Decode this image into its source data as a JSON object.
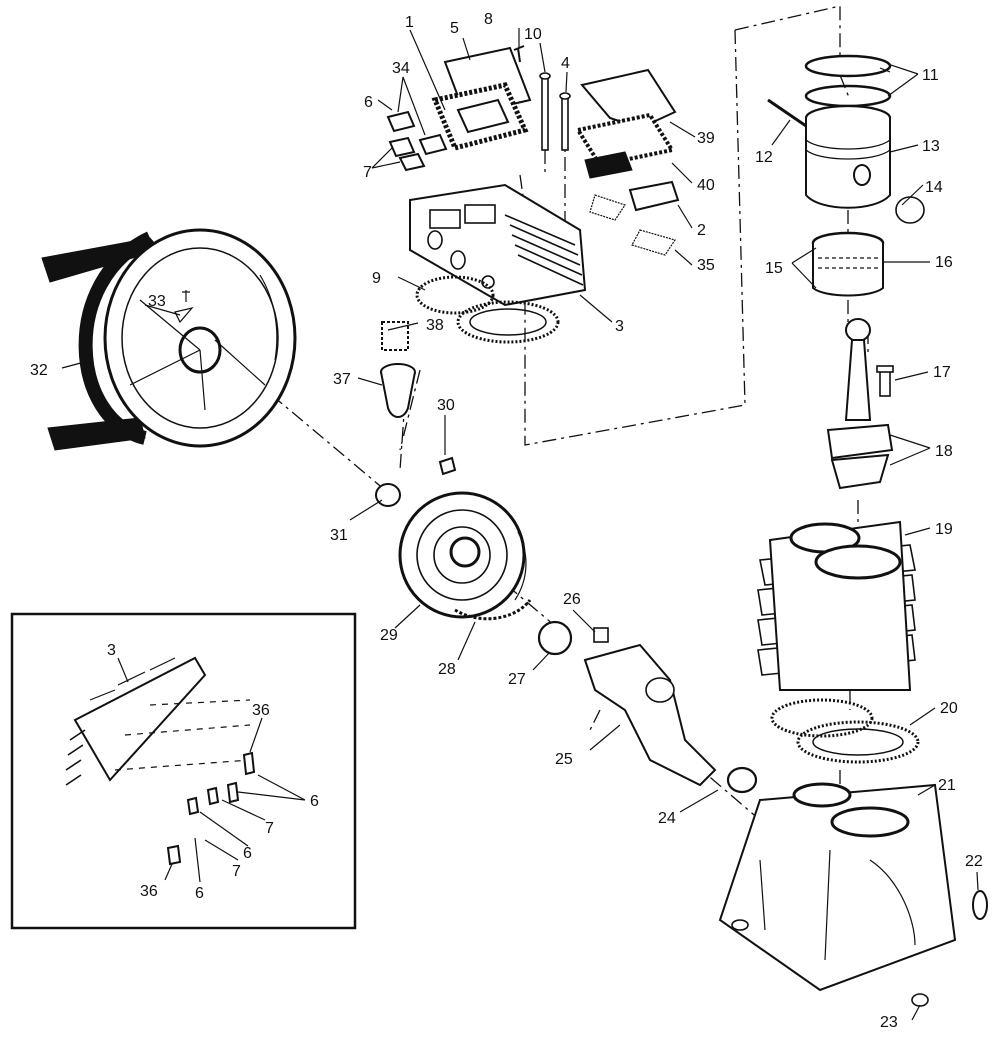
{
  "labels": [
    {
      "id": "l1",
      "text": "1"
    },
    {
      "id": "l5",
      "text": "5"
    },
    {
      "id": "l8",
      "text": "8"
    },
    {
      "id": "l10",
      "text": "10"
    },
    {
      "id": "l4",
      "text": "4"
    },
    {
      "id": "l34",
      "text": "34"
    },
    {
      "id": "l6a",
      "text": "6"
    },
    {
      "id": "l7a",
      "text": "7"
    },
    {
      "id": "l39",
      "text": "39"
    },
    {
      "id": "l40",
      "text": "40"
    },
    {
      "id": "l2",
      "text": "2"
    },
    {
      "id": "l35",
      "text": "35"
    },
    {
      "id": "l9",
      "text": "9"
    },
    {
      "id": "l3",
      "text": "3"
    },
    {
      "id": "l38",
      "text": "38"
    },
    {
      "id": "l37",
      "text": "37"
    },
    {
      "id": "l30",
      "text": "30"
    },
    {
      "id": "l31",
      "text": "31"
    },
    {
      "id": "l29",
      "text": "29"
    },
    {
      "id": "l28",
      "text": "28"
    },
    {
      "id": "l27",
      "text": "27"
    },
    {
      "id": "l26",
      "text": "26"
    },
    {
      "id": "l25",
      "text": "25"
    },
    {
      "id": "l24",
      "text": "24"
    },
    {
      "id": "l32",
      "text": "32"
    },
    {
      "id": "l33",
      "text": "33"
    },
    {
      "id": "l11",
      "text": "11"
    },
    {
      "id": "l12",
      "text": "12"
    },
    {
      "id": "l13",
      "text": "13"
    },
    {
      "id": "l14",
      "text": "14"
    },
    {
      "id": "l15",
      "text": "15"
    },
    {
      "id": "l16",
      "text": "16"
    },
    {
      "id": "l17",
      "text": "17"
    },
    {
      "id": "l18",
      "text": "18"
    },
    {
      "id": "l19",
      "text": "19"
    },
    {
      "id": "l20",
      "text": "20"
    },
    {
      "id": "l21",
      "text": "21"
    },
    {
      "id": "l22",
      "text": "22"
    },
    {
      "id": "l23",
      "text": "23"
    },
    {
      "id": "i3",
      "text": "3"
    },
    {
      "id": "i36a",
      "text": "36"
    },
    {
      "id": "i6a",
      "text": "6"
    },
    {
      "id": "i7a",
      "text": "7"
    },
    {
      "id": "i6b",
      "text": "6"
    },
    {
      "id": "i7b",
      "text": "7"
    },
    {
      "id": "i36b",
      "text": "36"
    },
    {
      "id": "i6c",
      "text": "6"
    }
  ]
}
